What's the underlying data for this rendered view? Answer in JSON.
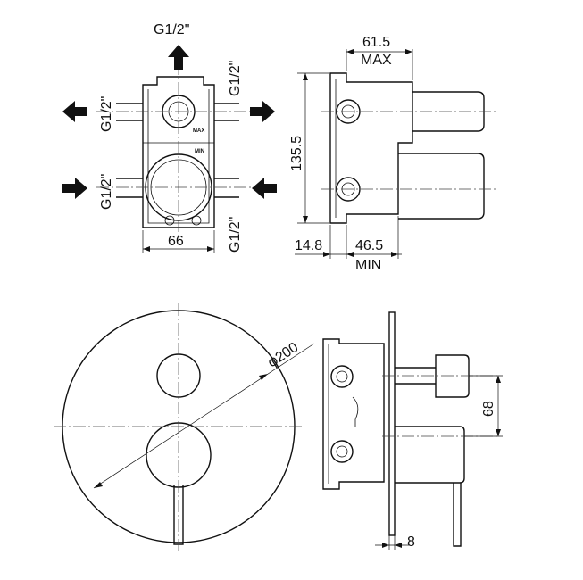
{
  "labels": {
    "g_top": "G1/2\"",
    "g_upper_right": "G1/2\"",
    "g_left_upper": "G1/2\"",
    "g_left_lower": "G1/2\"",
    "g_lower_right": "G1/2\"",
    "width_66": "66",
    "height_135_5": "135.5",
    "dim_61_5": "61.5",
    "max_text": "MAX",
    "dim_14_8": "14.8",
    "dim_46_5": "46.5",
    "min_text": "MIN",
    "diameter_200": "φ200",
    "dim_68": "68",
    "dim_8": "8",
    "body_max": "MAX",
    "body_min": "MIN"
  }
}
